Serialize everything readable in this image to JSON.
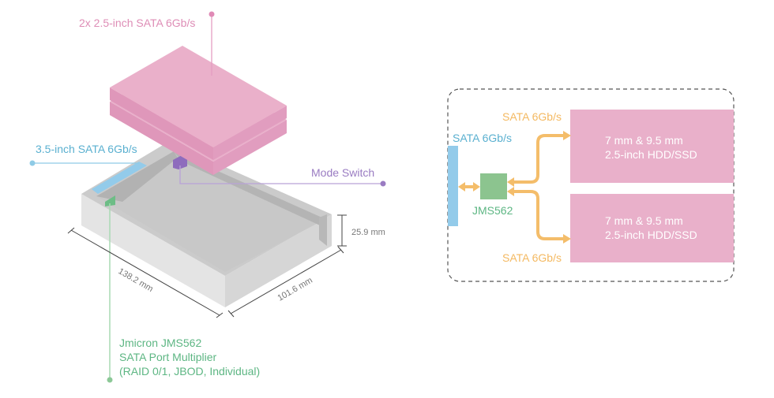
{
  "colors": {
    "pink": "#e9afca",
    "pink_dark": "#df97ba",
    "blue": "#93cbea",
    "purple": "#9a7cc2",
    "green": "#8cc48f",
    "orange": "#f4bd6a",
    "tray_gray": "#cccccc"
  },
  "left_illustration": {
    "drives_label": "2x 2.5-inch SATA 6Gb/s",
    "bay_label": "3.5-inch SATA 6Gb/s",
    "switch_label": "Mode Switch",
    "chip_label_lines": [
      "Jmicron JMS562",
      "SATA Port Multiplier",
      "(RAID 0/1, JBOD, Individual)"
    ],
    "dimensions": {
      "length": "138.2 mm",
      "width": "101.6 mm",
      "height": "25.9 mm"
    }
  },
  "block_diagram": {
    "host_label": "SATA 6Gb/s",
    "chip_label": "JMS562",
    "top_link_label": "SATA 6Gb/s",
    "bottom_link_label": "SATA 6Gb/s",
    "drives": [
      {
        "line1": "7 mm & 9.5 mm",
        "line2": "2.5-inch HDD/SSD"
      },
      {
        "line1": "7 mm & 9.5 mm",
        "line2": "2.5-inch HDD/SSD"
      }
    ]
  }
}
